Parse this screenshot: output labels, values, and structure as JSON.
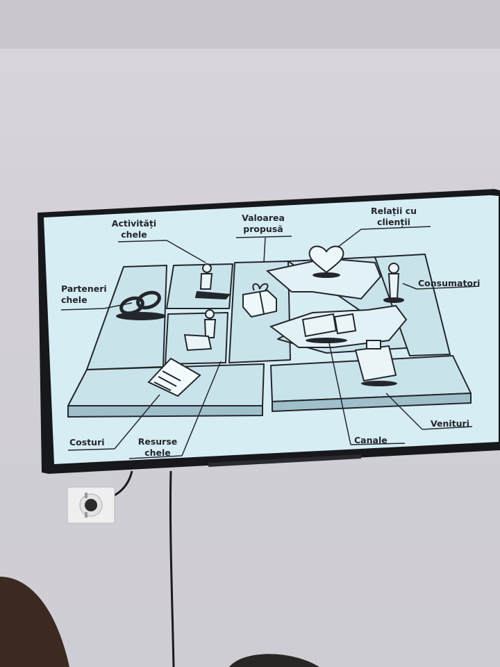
{
  "scene": {
    "description_free": true,
    "colors": {
      "wall": "#d3d1d7",
      "tv_frame": "#17181c",
      "screen": "#d4ecf2",
      "ink": "#23262c",
      "outlet": "#eeeeee"
    },
    "icons": [
      "rings-icon",
      "worker-icon",
      "gift-box-icon",
      "heart-icon",
      "person-icon",
      "truck-icon",
      "cash-register-icon",
      "document-icon"
    ]
  },
  "slide": {
    "labels": {
      "activitati_1": "Activități",
      "activitati_2": "chele",
      "valoarea_1": "Valoarea",
      "valoarea_2": "propusă",
      "relatii_1": "Relații cu",
      "relatii_2": "clienții",
      "parteneri_1": "Parteneri",
      "parteneri_2": "chele",
      "consumatori": "Consumatori",
      "costuri": "Costuri",
      "resurse_1": "Resurse",
      "resurse_2": "chele",
      "canale": "Canale",
      "venituri": "Venituri"
    }
  }
}
